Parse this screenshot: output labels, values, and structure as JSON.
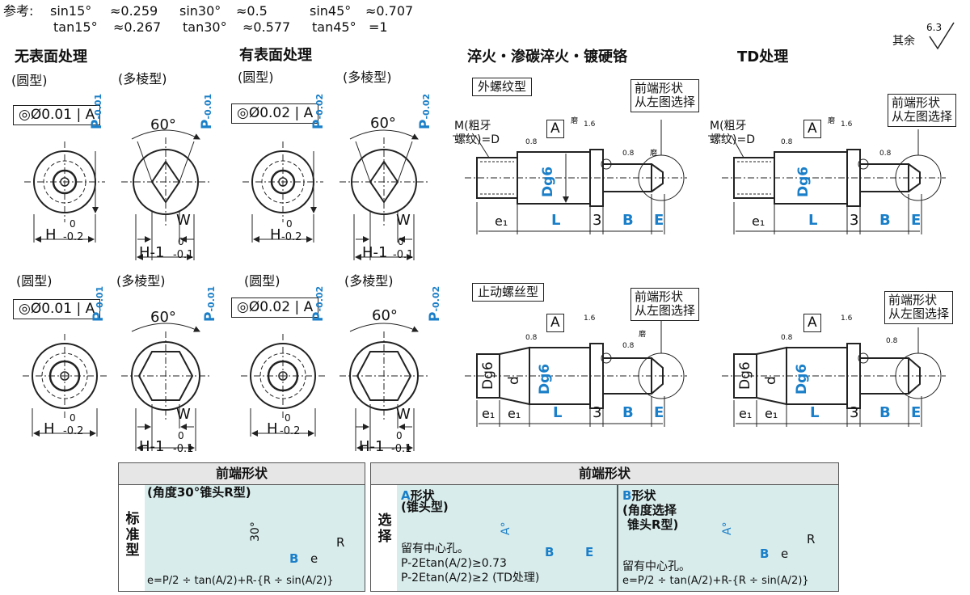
{
  "reference": {
    "label": "参考:",
    "row1": [
      "sin15°",
      "≈0.259",
      "sin30°",
      "≈0.5",
      "sin45°",
      "≈0.707"
    ],
    "row2": [
      "tan15°",
      "≈0.267",
      "tan30°",
      "≈0.577",
      "tan45°",
      "=1"
    ]
  },
  "roughness": {
    "label": "其余",
    "value": "6.3"
  },
  "sections": {
    "no_surface": "无表面处理",
    "with_surface": "有表面处理",
    "hardening": "淬火・渗碳淬火・镀硬铬",
    "td": "TD处理"
  },
  "shapes": {
    "round": "(圆型)",
    "poly": "(多棱型)"
  },
  "views": {
    "tol_001": "◎Ø0.01",
    "tol_002": "◎Ø0.02",
    "datum": "A",
    "angle": "60°",
    "p_label": "P",
    "p_tol_001": "-0.01",
    "p_tol_002": "-0.02",
    "zero": "0",
    "h_label": "H",
    "h_tol": "-0.2",
    "w_label": "W",
    "h1_label": "H-1",
    "h1_tol": "-0.1"
  },
  "pin": {
    "outer_thread": "外螺纹型",
    "stop_screw": "止动螺丝型",
    "m_line1": "M(粗牙",
    "m_line2": "螺纹)=D",
    "tip_line1": "前端形状",
    "tip_line2": "从左图选择",
    "dg6": "Dg6",
    "d": "d",
    "e1": "e₁",
    "L": "L",
    "three": "3",
    "B": "B",
    "E": "E",
    "rough08": "0.8",
    "rough16": "1.6",
    "mo": "磨",
    "datum": "A"
  },
  "bottom": {
    "title": "前端形状",
    "standard": {
      "side": [
        "标",
        "准",
        "型"
      ],
      "caption": "(角度30°锥头R型)",
      "angle": "30°",
      "R": "R",
      "B": "B",
      "e": "e",
      "formula": "e=P/2 ÷ tan(A/2)+R-{R ÷ sin(A/2)}"
    },
    "select": {
      "side": [
        "选",
        "择"
      ],
      "a_title_letter": "A",
      "a_title_rest": "形状",
      "a_sub": "(锥头型)",
      "a_angle": "A°",
      "a_B": "B",
      "a_E": "E",
      "a_note": "留有中心孔。",
      "a_f1": "P-2Etan(A/2)≥0.73",
      "a_f2": "P-2Etan(A/2)≥2 (TD处理)",
      "b_title_letter": "B",
      "b_title_rest": "形状",
      "b_sub1": "(角度选择",
      "b_sub2": "锥头R型)",
      "b_angle": "A°",
      "b_R": "R",
      "b_B": "B",
      "b_e": "e",
      "b_note": "留有中心孔。",
      "b_formula": "e=P/2 ÷ tan(A/2)+R-{R ÷ sin(A/2)}"
    }
  }
}
